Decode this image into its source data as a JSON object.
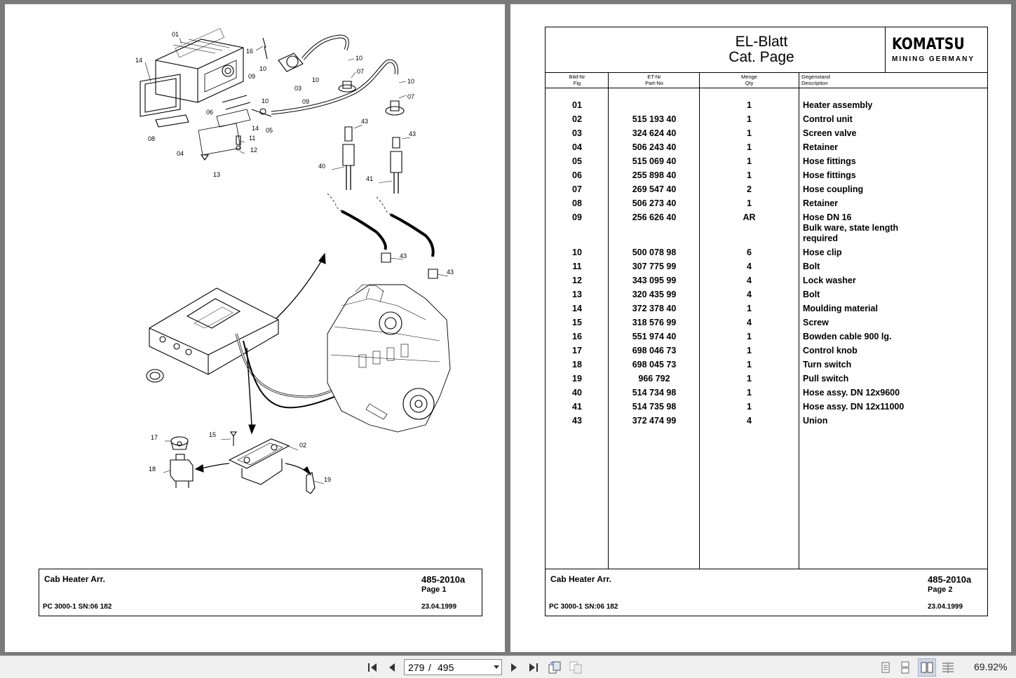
{
  "viewer": {
    "current_page": "279",
    "page_separator": "/",
    "total_pages": "495",
    "zoom": "69.92%",
    "icons": [
      "first-page-icon",
      "previous-page-icon",
      "next-page-icon",
      "last-page-icon",
      "rotate-icon",
      "extract-icon",
      "single-page-view-icon",
      "continuous-view-icon",
      "two-page-view-icon",
      "two-page-continuous-view-icon"
    ]
  },
  "left_page": {
    "callouts": [
      "01",
      "14",
      "16",
      "10",
      "09",
      "03",
      "10",
      "10",
      "07",
      "10",
      "07",
      "06",
      "10",
      "09",
      "05",
      "14",
      "08",
      "04",
      "11",
      "12",
      "13",
      "43",
      "43",
      "40",
      "41",
      "43",
      "43",
      "17",
      "15",
      "02",
      "18",
      "19"
    ],
    "title_block": {
      "title": "Cab Heater Arr.",
      "doc_no": "485-2010a",
      "page": "Page 1",
      "model": "PC 3000-1 SN:06 182",
      "date": "23.04.1999"
    }
  },
  "right_page": {
    "sheet_title_1": "EL-Blatt",
    "sheet_title_2": "Cat. Page",
    "logo": "KOMATSU",
    "logo_sub": "MINING GERMANY",
    "columns": [
      {
        "de": "Bild-Nr",
        "en": "Fig"
      },
      {
        "de": "ET-Nr",
        "en": "Part-No"
      },
      {
        "de": "Menge",
        "en": "Qty"
      },
      {
        "de": "Gegenstand",
        "en": "Description"
      }
    ],
    "parts": [
      {
        "fig": "01",
        "part_no": "",
        "qty": "1",
        "desc": [
          "Heater assembly"
        ]
      },
      {
        "fig": "02",
        "part_no": "515 193 40",
        "qty": "1",
        "desc": [
          "Control unit"
        ]
      },
      {
        "fig": "03",
        "part_no": "324 624 40",
        "qty": "1",
        "desc": [
          "Screen valve"
        ]
      },
      {
        "fig": "04",
        "part_no": "506 243 40",
        "qty": "1",
        "desc": [
          "Retainer"
        ]
      },
      {
        "fig": "05",
        "part_no": "515 069 40",
        "qty": "1",
        "desc": [
          "Hose fittings"
        ]
      },
      {
        "fig": "06",
        "part_no": "255 898 40",
        "qty": "1",
        "desc": [
          "Hose fittings"
        ]
      },
      {
        "fig": "07",
        "part_no": "269 547 40",
        "qty": "2",
        "desc": [
          "Hose coupling"
        ]
      },
      {
        "fig": "08",
        "part_no": "506 273 40",
        "qty": "1",
        "desc": [
          "Retainer"
        ]
      },
      {
        "fig": "09",
        "part_no": "256 626 40",
        "qty": "AR",
        "desc": [
          "Hose DN 16",
          "Bulk ware, state length",
          "required"
        ]
      },
      {
        "fig": "10",
        "part_no": "500 078 98",
        "qty": "6",
        "desc": [
          "Hose clip"
        ]
      },
      {
        "fig": "11",
        "part_no": "307 775 99",
        "qty": "4",
        "desc": [
          "Bolt"
        ]
      },
      {
        "fig": "12",
        "part_no": "343 095 99",
        "qty": "4",
        "desc": [
          "Lock washer"
        ]
      },
      {
        "fig": "13",
        "part_no": "320 435 99",
        "qty": "4",
        "desc": [
          "Bolt"
        ]
      },
      {
        "fig": "14",
        "part_no": "372 378 40",
        "qty": "1",
        "desc": [
          "Moulding material"
        ]
      },
      {
        "fig": "15",
        "part_no": "318 576 99",
        "qty": "4",
        "desc": [
          "Screw"
        ]
      },
      {
        "fig": "16",
        "part_no": "551 974 40",
        "qty": "1",
        "desc": [
          "Bowden cable 900 lg."
        ]
      },
      {
        "fig": "17",
        "part_no": "698 046 73",
        "qty": "1",
        "desc": [
          "Control knob"
        ]
      },
      {
        "fig": "18",
        "part_no": "698 045 73",
        "qty": "1",
        "desc": [
          "Turn switch"
        ]
      },
      {
        "fig": "19",
        "part_no": "966 792",
        "qty": "1",
        "desc": [
          "Pull switch"
        ]
      },
      {
        "fig": "40",
        "part_no": "514 734 98",
        "qty": "1",
        "desc": [
          "Hose assy. DN 12x9600"
        ]
      },
      {
        "fig": "41",
        "part_no": "514 735 98",
        "qty": "1",
        "desc": [
          "Hose assy. DN 12x11000"
        ]
      },
      {
        "fig": "43",
        "part_no": "372 474 99",
        "qty": "4",
        "desc": [
          "Union"
        ]
      }
    ],
    "title_block": {
      "title": "Cab Heater Arr.",
      "doc_no": "485-2010a",
      "page": "Page 2",
      "model": "PC 3000-1 SN:06 182",
      "date": "23.04.1999"
    }
  }
}
